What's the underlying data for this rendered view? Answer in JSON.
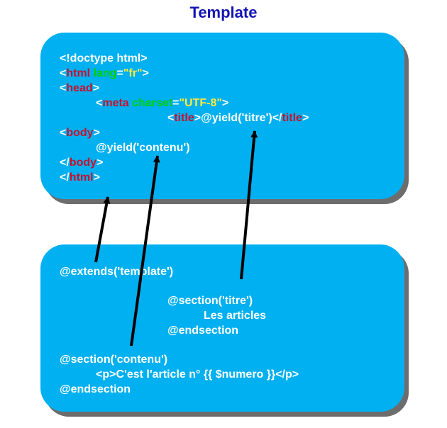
{
  "diagram": {
    "title": "Template",
    "template_box": {
      "doctype": "<!doctype html>",
      "html_open": {
        "lt": "<",
        "tag": "html",
        "attr": "lang",
        "eq": "=",
        "val": "\"fr\"",
        "gt": ">"
      },
      "head_open": {
        "lt": "<",
        "tag": "head",
        "gt": ">"
      },
      "meta": {
        "lt": "<",
        "tag": "meta",
        "attr": "charset",
        "eq": "=",
        "val": "\"UTF-8\"",
        "gt": ">"
      },
      "title_line": {
        "lt": "<",
        "tag": "title",
        "gt": ">",
        "yield": "@yield('titre')",
        "close_lt": "</",
        "close_tag": "title",
        "close_gt": ">"
      },
      "body_open": {
        "lt": "<",
        "tag": "body",
        "gt": ">"
      },
      "yield_contenu": "@yield('contenu')",
      "body_close": {
        "lt": "</",
        "tag": "body",
        "gt": ">"
      },
      "html_close": {
        "lt": "</",
        "tag": "html",
        "gt": ">"
      }
    },
    "view_box": {
      "extends": "@extends('template')",
      "section_titre": "@section('titre')",
      "section_titre_content": "Les articles",
      "endsection_titre": "@endsection",
      "section_contenu": "@section('contenu')",
      "section_contenu_content": "<p>C'est l'article n° {{ $numero }}</p>",
      "endsection_contenu": "@endsection"
    }
  }
}
